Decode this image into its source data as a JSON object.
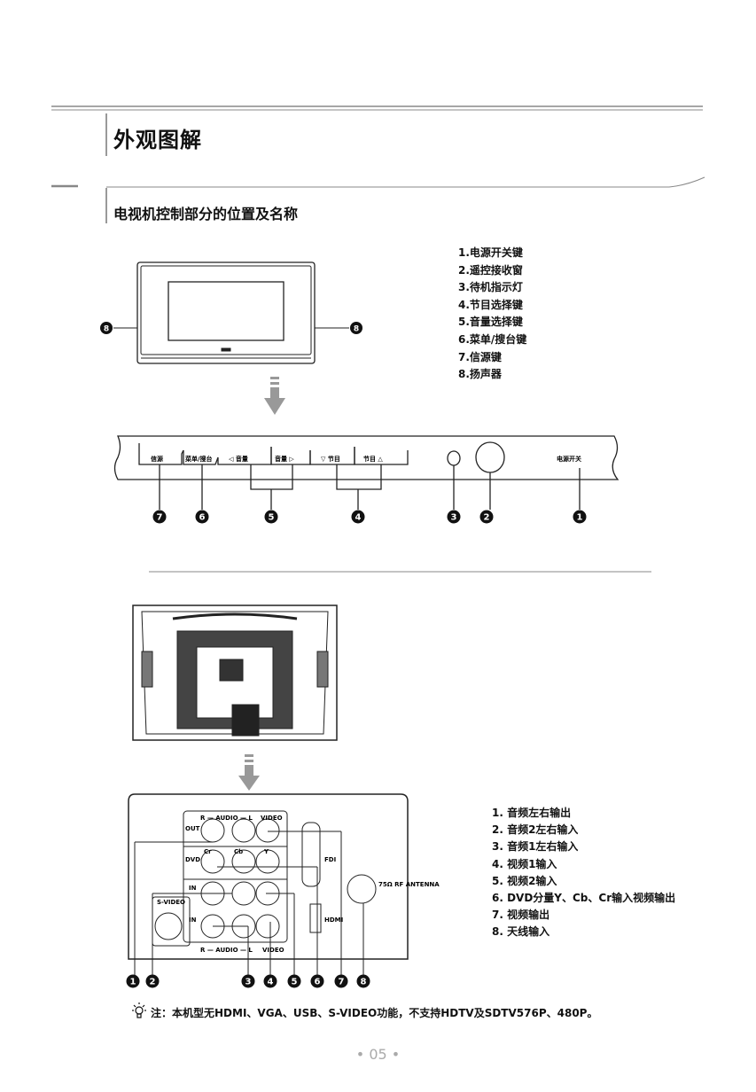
{
  "header": {
    "title": "外观图解",
    "subtitle": "电视机控制部分的位置及名称"
  },
  "front_parts": [
    "1.电源开关键",
    "2.遥控接收窗",
    "3.待机指示灯",
    "4.节目选择键",
    "5.音量选择键",
    "6.菜单/搜台键",
    "7.信源键",
    "8.扬声器"
  ],
  "control_panel": {
    "source": "信源",
    "menu": "菜单/搜台",
    "vol_down": "◁ 音量",
    "vol_up": "音量 ▷",
    "ch_down": "▽ 节目",
    "ch_up": "节目 △",
    "power": "电源开关"
  },
  "front_badges": [
    "7",
    "6",
    "5",
    "4",
    "3",
    "2",
    "1"
  ],
  "speaker_badge": "8",
  "rear_panel": {
    "audio": "R — AUDIO — L",
    "video": "VIDEO",
    "out": "OUT",
    "dvd": "DVD",
    "cr": "Cr",
    "cb": "Cb",
    "y": "Y",
    "in1": "IN",
    "in2": "IN",
    "svideo": "S-VIDEO",
    "fdi": "FDI",
    "hdmi": "HDMI",
    "antenna": "75Ω RF ANTENNA"
  },
  "rear_badges": [
    "1",
    "2",
    "3",
    "4",
    "5",
    "6",
    "7",
    "8"
  ],
  "rear_parts": [
    "1. 音频左右输出",
    "2. 音频2左右输入",
    "3. 音频1左右输入",
    "4. 视频1输入",
    "5. 视频2输入",
    "6. DVD分量Y、Cb、Cr输入视频输出",
    "7. 视频输出",
    "8. 天线输入"
  ],
  "note": "注：本机型无HDMI、VGA、USB、S-VIDEO功能，不支持HDTV及SDTV576P、480P。",
  "page_number": "05"
}
